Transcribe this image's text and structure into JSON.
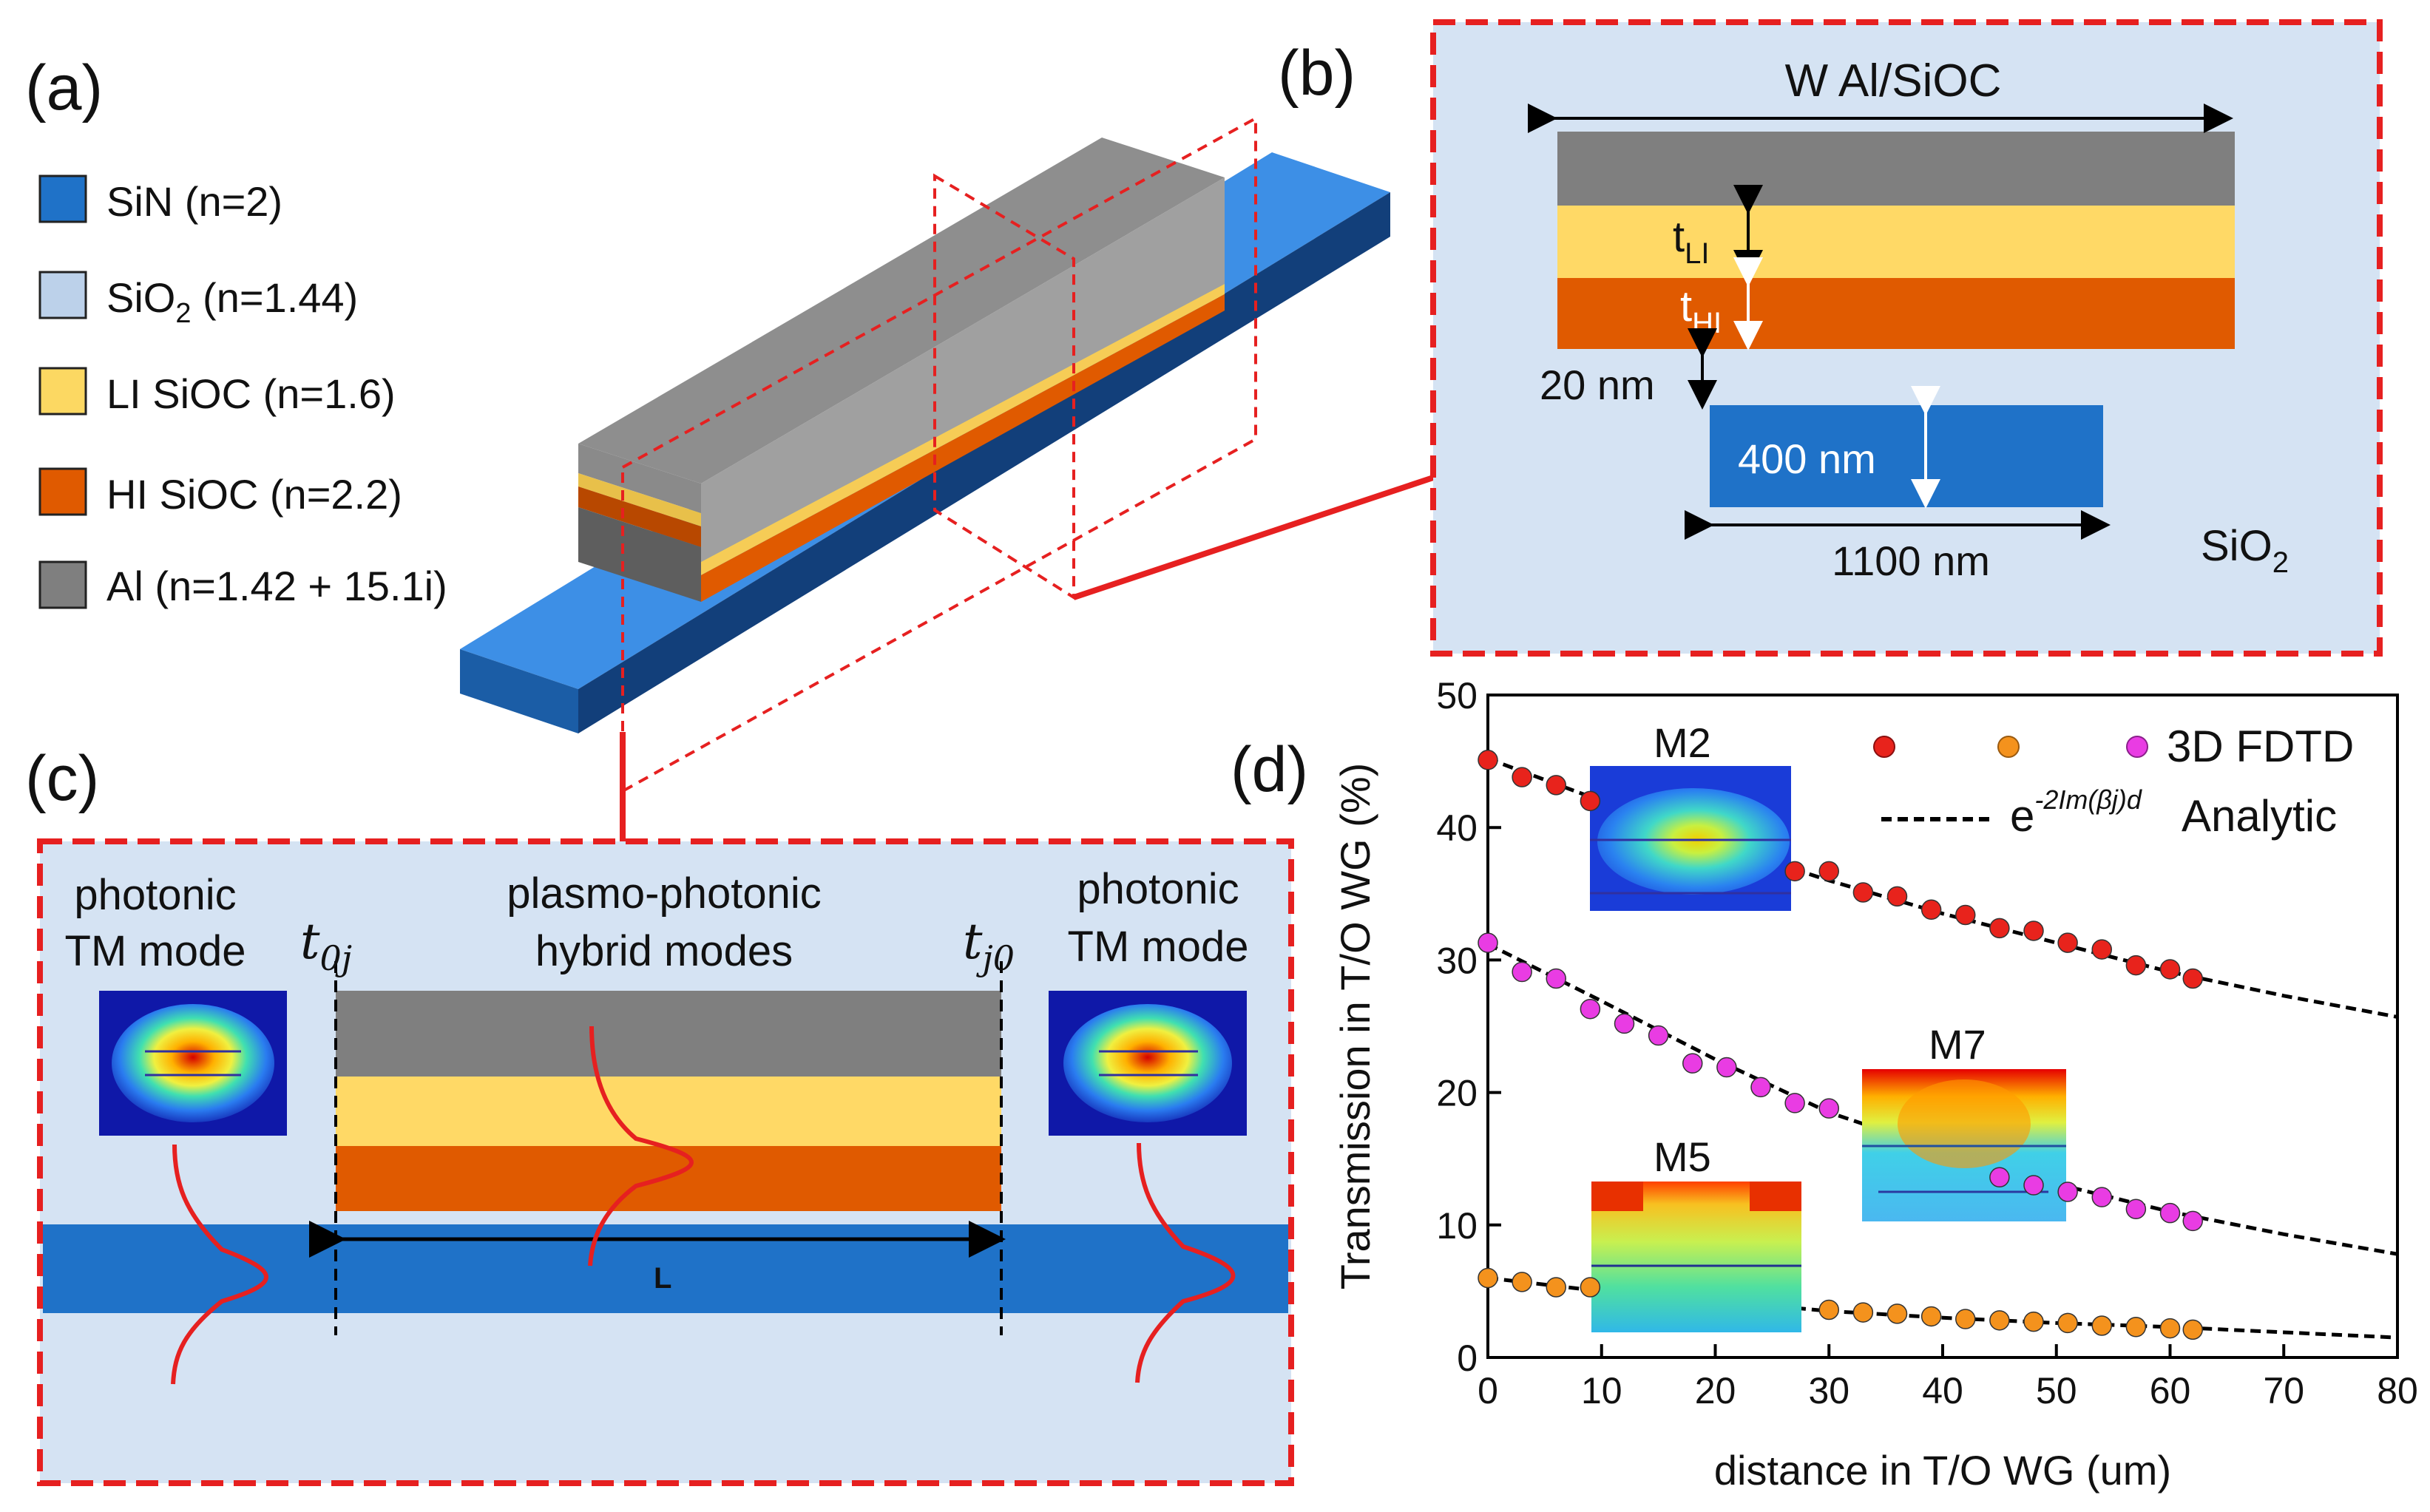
{
  "panels": {
    "a": "(a)",
    "b": "(b)",
    "c": "(c)",
    "d": "(d)"
  },
  "legend": [
    {
      "label": "SiN (n=2)",
      "color": "#1f72c8"
    },
    {
      "label_main": "SiO",
      "label_sub": "2",
      "label_tail": " (n=1.44)",
      "color": "#bcd1ea"
    },
    {
      "label": "LI SiOC (n=1.6)",
      "color": "#fcd862"
    },
    {
      "label": "HI SiOC (n=2.2)",
      "color": "#e05a00"
    },
    {
      "label": "Al (n=1.42 + 15.1i)",
      "color": "#7f7f7f"
    }
  ],
  "panel_b": {
    "width_label": "W Al/SiOC",
    "t_li_main": "t",
    "t_li_sub": "LI",
    "t_hi_main": "t",
    "t_hi_sub": "HI",
    "gap_label": "20 nm",
    "height_label": "400 nm",
    "wg_width_label": "1100 nm",
    "cladding_main": "SiO",
    "cladding_sub": "2"
  },
  "panel_c": {
    "left_mode_line1": "photonic",
    "left_mode_line2": "TM mode",
    "right_mode_line1": "photonic",
    "right_mode_line2": "TM mode",
    "hybrid_line1": "plasmo-photonic",
    "hybrid_line2": "hybrid modes",
    "t0j_main": "t",
    "t0j_sub": "0j",
    "tj0_main": "t",
    "tj0_sub": "j0",
    "length_label": "L"
  },
  "chart_data": {
    "type": "scatter",
    "xlabel": "distance in T/O WG (um)",
    "ylabel": "Transmission in T/O WG (%)",
    "xlim": [
      0,
      80
    ],
    "ylim": [
      0,
      50
    ],
    "xticks": [
      "0",
      "10",
      "20",
      "30",
      "40",
      "50",
      "60",
      "70",
      "80"
    ],
    "yticks": [
      "0",
      "10",
      "20",
      "30",
      "40",
      "50"
    ],
    "legend": {
      "fdtd_label": "3D FDTD",
      "analytic_prefix": "e",
      "analytic_exp": "-2Im(βj)d",
      "analytic_label": "Analytic"
    },
    "insets": [
      "M2",
      "M7",
      "M5"
    ],
    "series": [
      {
        "color": "#e8231c",
        "x": [
          0,
          3,
          6,
          9,
          27,
          30,
          33,
          36,
          39,
          42,
          45,
          48,
          51,
          54,
          57,
          60,
          62
        ],
        "y": [
          45.1,
          43.8,
          43.2,
          42.0,
          36.7,
          36.7,
          35.1,
          34.8,
          33.8,
          33.4,
          32.4,
          32.2,
          31.3,
          30.8,
          29.6,
          29.3,
          28.6
        ]
      },
      {
        "color": "#e93ce3",
        "x": [
          0,
          3,
          6,
          9,
          12,
          15,
          18,
          21,
          24,
          27,
          30,
          45,
          48,
          51,
          54,
          57,
          60,
          62
        ],
        "y": [
          31.3,
          29.1,
          28.6,
          26.3,
          25.2,
          24.3,
          22.2,
          21.9,
          20.4,
          19.2,
          18.8,
          13.6,
          13.0,
          12.5,
          12.1,
          11.2,
          10.9,
          10.3
        ]
      },
      {
        "color": "#f4921d",
        "x": [
          0,
          3,
          6,
          9,
          30,
          33,
          36,
          39,
          42,
          45,
          48,
          51,
          54,
          57,
          60,
          62
        ],
        "y": [
          6.0,
          5.7,
          5.3,
          5.3,
          3.6,
          3.4,
          3.3,
          3.1,
          2.9,
          2.8,
          2.7,
          2.6,
          2.4,
          2.3,
          2.2,
          2.1
        ]
      }
    ],
    "fits": [
      {
        "x": [
          0,
          10,
          20,
          30,
          40,
          50,
          60,
          70,
          80
        ],
        "y": [
          45.2,
          42.0,
          38.8,
          36.0,
          33.5,
          31.3,
          29.1,
          27.3,
          25.7
        ]
      },
      {
        "x": [
          0,
          10,
          20,
          30,
          40,
          50,
          60,
          70,
          80
        ],
        "y": [
          31.2,
          26.9,
          22.5,
          18.5,
          15.6,
          13.1,
          11.0,
          9.3,
          7.8
        ]
      },
      {
        "x": [
          0,
          10,
          20,
          30,
          40,
          50,
          60,
          70,
          80
        ],
        "y": [
          6.0,
          5.0,
          4.3,
          3.5,
          3.0,
          2.6,
          2.3,
          1.9,
          1.5
        ]
      }
    ]
  }
}
